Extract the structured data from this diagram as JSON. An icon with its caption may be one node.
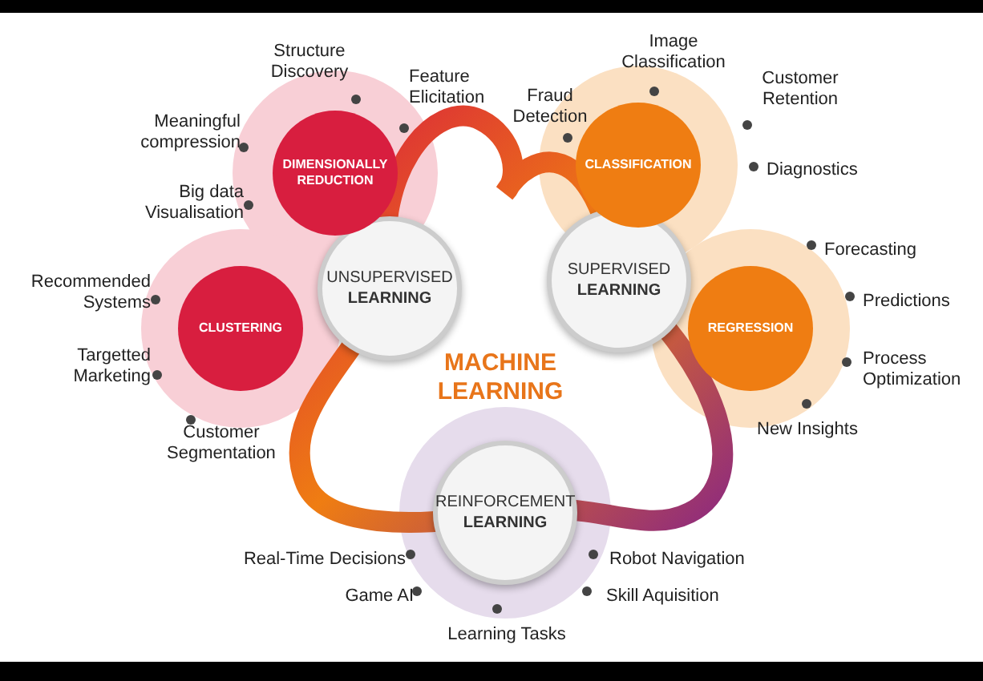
{
  "diagram": {
    "title": "MACHINE LEARNING",
    "nodes": [
      {
        "text": [
          "UNSUPERVISED **LEARNING**"
        ]
      },
      {
        "text": [
          "DIMENSIONALLY REDUCTION"
        ],
        "beside": [
          "Structure Discovery",
          "Feature Elicitation",
          "Meaningful compression",
          "Big data Visualisation"
        ]
      },
      {
        "text": [
          "CLUSTERING"
        ],
        "beside": [
          "Recommended Systems",
          "Targetted Marketing",
          "Customer Segmentation"
        ]
      },
      {
        "text": [
          "SUPERVISED **LEARNING**"
        ]
      },
      {
        "text": [
          "CLASSIFICATION"
        ],
        "beside": [
          "Fraud Detection",
          "Image Classification",
          "Customer Retention",
          "Diagnostics"
        ]
      },
      {
        "text": [
          "REGRESSION"
        ],
        "beside": [
          "Forecasting",
          "Predictions",
          "Process Optimization",
          "New Insights"
        ]
      },
      {
        "text": [
          "REINFORCEMENT **LEARNING**"
        ],
        "beside": [
          "Real-Time Decisions",
          "Robot Navigation",
          "Game AI",
          "Skill Aquisition",
          "Learning Tasks"
        ]
      }
    ]
  }
}
